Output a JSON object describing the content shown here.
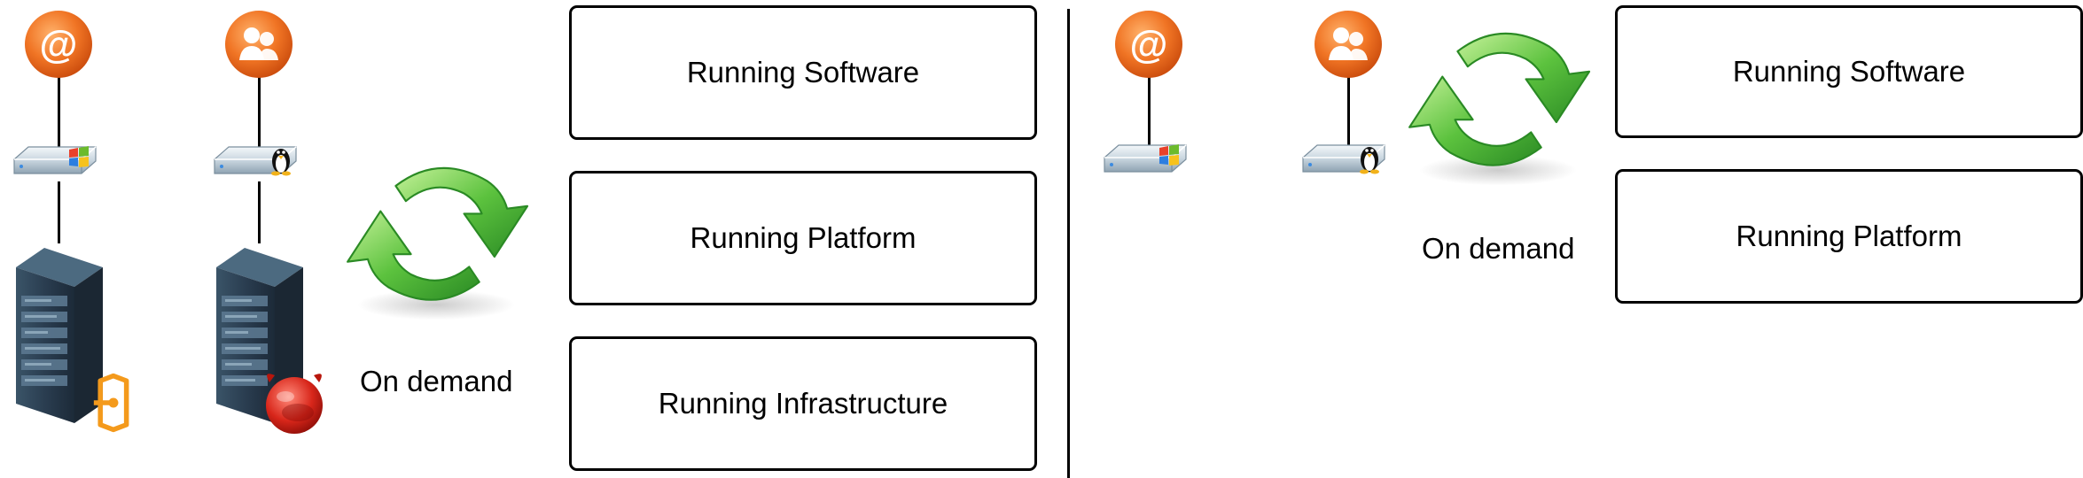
{
  "left_panel": {
    "boxes": [
      "Running Software",
      "Running Platform",
      "Running Infrastructure"
    ],
    "on_demand": "On demand",
    "icons": {
      "column1": [
        "email-icon",
        "windows-disk-icon",
        "server-rack-icon",
        "hardware-connector-icon"
      ],
      "column2": [
        "users-icon",
        "linux-disk-icon",
        "server-rack-icon",
        "freebsd-daemon-icon"
      ],
      "cycle": "refresh-arrows-icon"
    }
  },
  "right_panel": {
    "boxes": [
      "Running Software",
      "Running Platform"
    ],
    "on_demand": "On demand",
    "icons": {
      "column1": [
        "email-icon",
        "windows-disk-icon"
      ],
      "column2": [
        "users-icon",
        "linux-disk-icon"
      ],
      "cycle": "refresh-arrows-icon"
    }
  },
  "colors": {
    "orange": "#ee6a1c",
    "green_dark": "#2f9a2a",
    "green_light": "#9be06a",
    "rack_blue": "#2c4256"
  }
}
